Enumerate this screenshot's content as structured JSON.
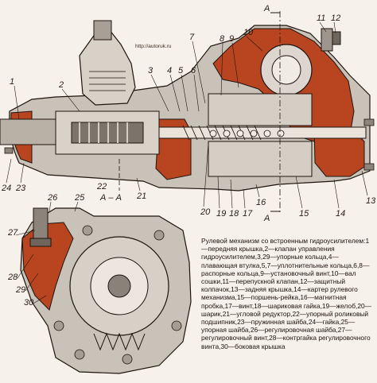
{
  "url": "http://autoruk.ru",
  "section_markers": [
    "A",
    "A",
    "А – А"
  ],
  "callouts": [
    "1",
    "2",
    "3",
    "4",
    "5",
    "6",
    "7",
    "8",
    "9",
    "10",
    "11",
    "12",
    "13",
    "14",
    "15",
    "16",
    "17",
    "18",
    "19",
    "20",
    "21",
    "22",
    "23",
    "24",
    "25",
    "26",
    "27",
    "28",
    "29",
    "30"
  ],
  "caption": "Рулевой механизм со встроенным гидроусилителем:1—передняя крышка,2—клапан управления гидроусилителем,3,29—упорные кольца,4—плавающая втулка,5,7—уплотнительные кольца,6,8—распорные кольца,9—установочный винт,10—вал сошки,11—перепускной клапан,12—защитный колпачок,13—задняя крышка,14—картер рулевого механизма,15—поршень-рейка,16—магнитная пробка,17—винт,18—шариковая гайка,19—желоб,20—шарик,21—угловой редуктор,22—упорный роликовый подшипник,23—пружинная шайба,24—гайка,25—упорная шайба,26—регулировочная шайба,27—регулировочный винт,28—контргайка регулировочного винта,30—боковая крышка",
  "colors": {
    "housing_red": "#b8451f",
    "housing_dark": "#7a2410",
    "metal_grey": "#c9c2b8",
    "metal_dark": "#5a524a",
    "line": "#1f140e",
    "paper": "#f6f1ea"
  }
}
